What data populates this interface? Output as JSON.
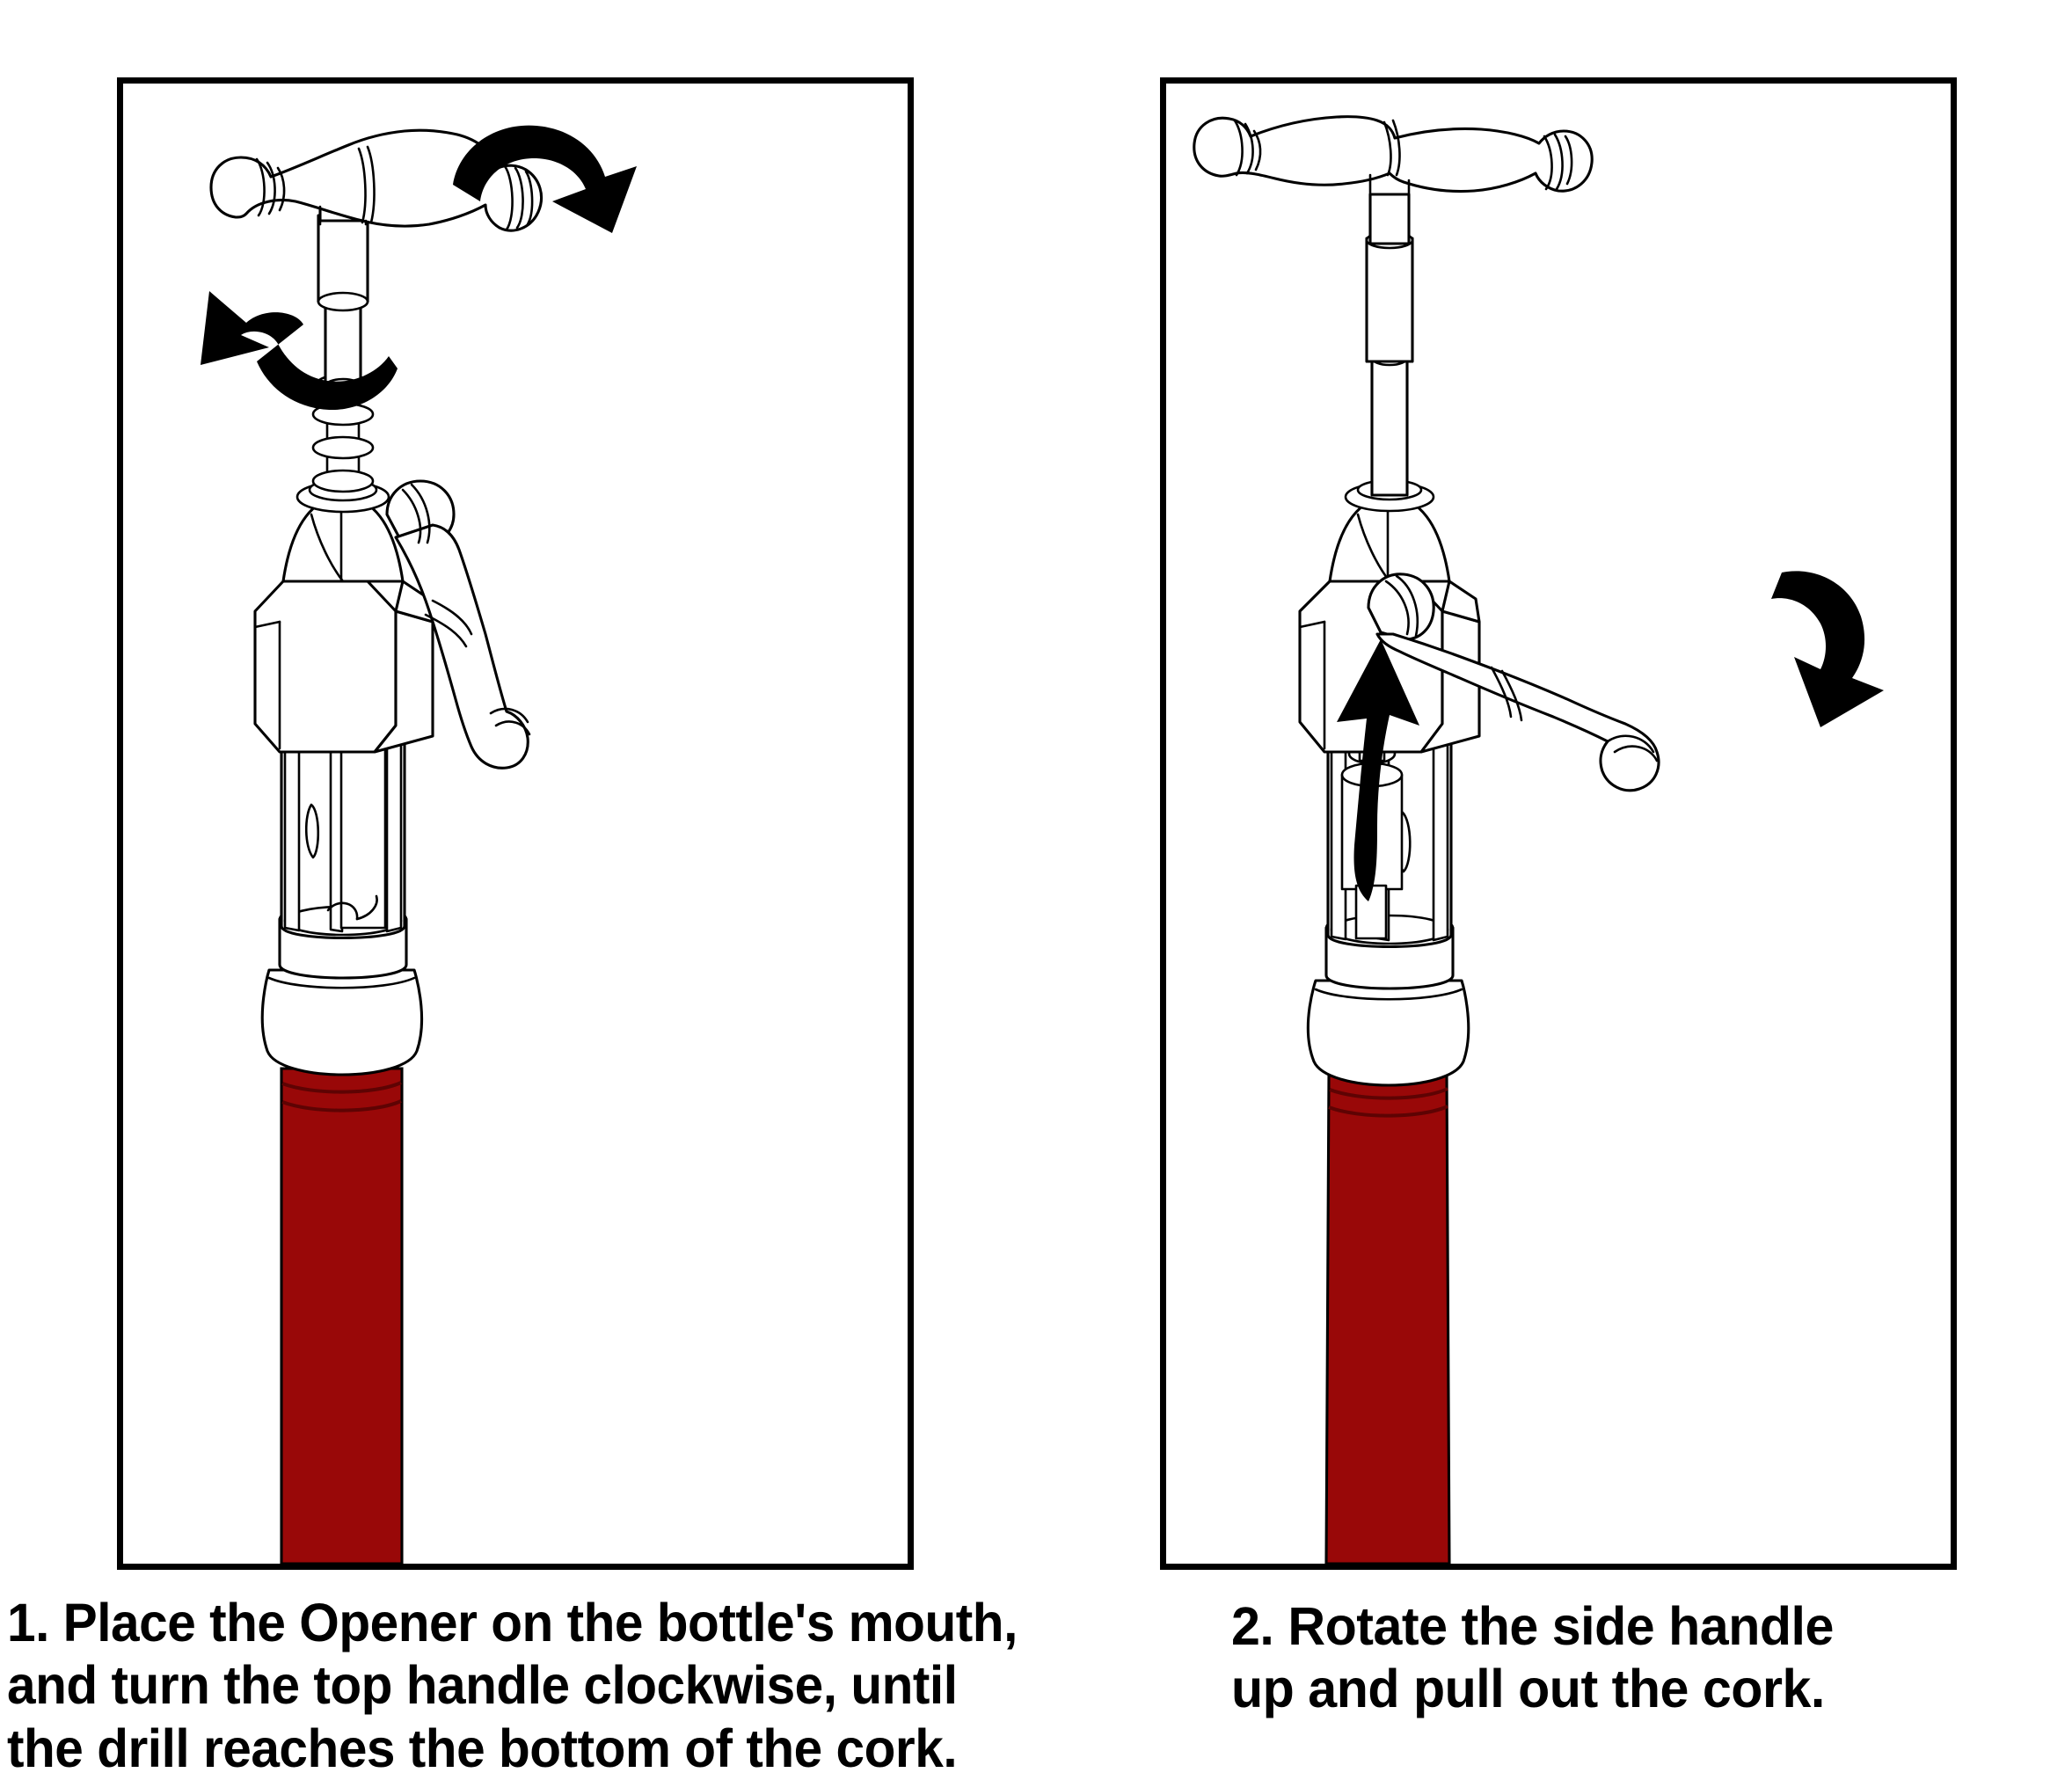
{
  "document": {
    "type": "instructional-diagram",
    "subject": "Wine bottle opener (rack-and-pinion corkscrew)",
    "background_color": "#ffffff",
    "panel_border_color": "#000000",
    "line_color": "#000000",
    "bottle_color": "#990808",
    "bottle_shadow_color": "#6d0404",
    "arrow_color": "#000000"
  },
  "panels": [
    {
      "id": "panel-1",
      "number": "1",
      "caption": "1. Place the Opener on the bottle's mouth,\nand turn the top handle clockwise, until\nthe drill reaches the bottom of the cork.",
      "illustration_name": "opener-placed-on-bottle",
      "parts": [
        {
          "name": "top-handle",
          "label": "top handle"
        },
        {
          "name": "upper-shaft",
          "label": "upper shaft"
        },
        {
          "name": "worm-screw",
          "label": "drill / worm screw"
        },
        {
          "name": "body-housing",
          "label": "body housing"
        },
        {
          "name": "side-handle",
          "label": "side handle (lowered)"
        },
        {
          "name": "cage",
          "label": "cage"
        },
        {
          "name": "collar",
          "label": "collar"
        },
        {
          "name": "bottle-neck",
          "label": "bottle neck"
        }
      ],
      "arrows": [
        {
          "name": "rotate-arrow-upper-right",
          "direction": "clockwise"
        },
        {
          "name": "rotate-arrow-lower-left",
          "direction": "clockwise"
        }
      ]
    },
    {
      "id": "panel-2",
      "number": "2",
      "caption": "2. Rotate the side handle\nup and pull out the cork.",
      "illustration_name": "side-handle-rotated-cork-extracted",
      "parts": [
        {
          "name": "top-handle",
          "label": "top handle"
        },
        {
          "name": "upper-shaft",
          "label": "upper shaft"
        },
        {
          "name": "worm-screw",
          "label": "drill / worm screw"
        },
        {
          "name": "body-housing",
          "label": "body housing"
        },
        {
          "name": "side-handle",
          "label": "side handle (raised)"
        },
        {
          "name": "cork",
          "label": "extracted cork"
        },
        {
          "name": "cage",
          "label": "cage"
        },
        {
          "name": "collar",
          "label": "collar"
        },
        {
          "name": "bottle-neck",
          "label": "bottle neck"
        }
      ],
      "arrows": [
        {
          "name": "cork-up-arrow",
          "direction": "up"
        },
        {
          "name": "handle-down-arrow",
          "direction": "down"
        }
      ]
    }
  ]
}
